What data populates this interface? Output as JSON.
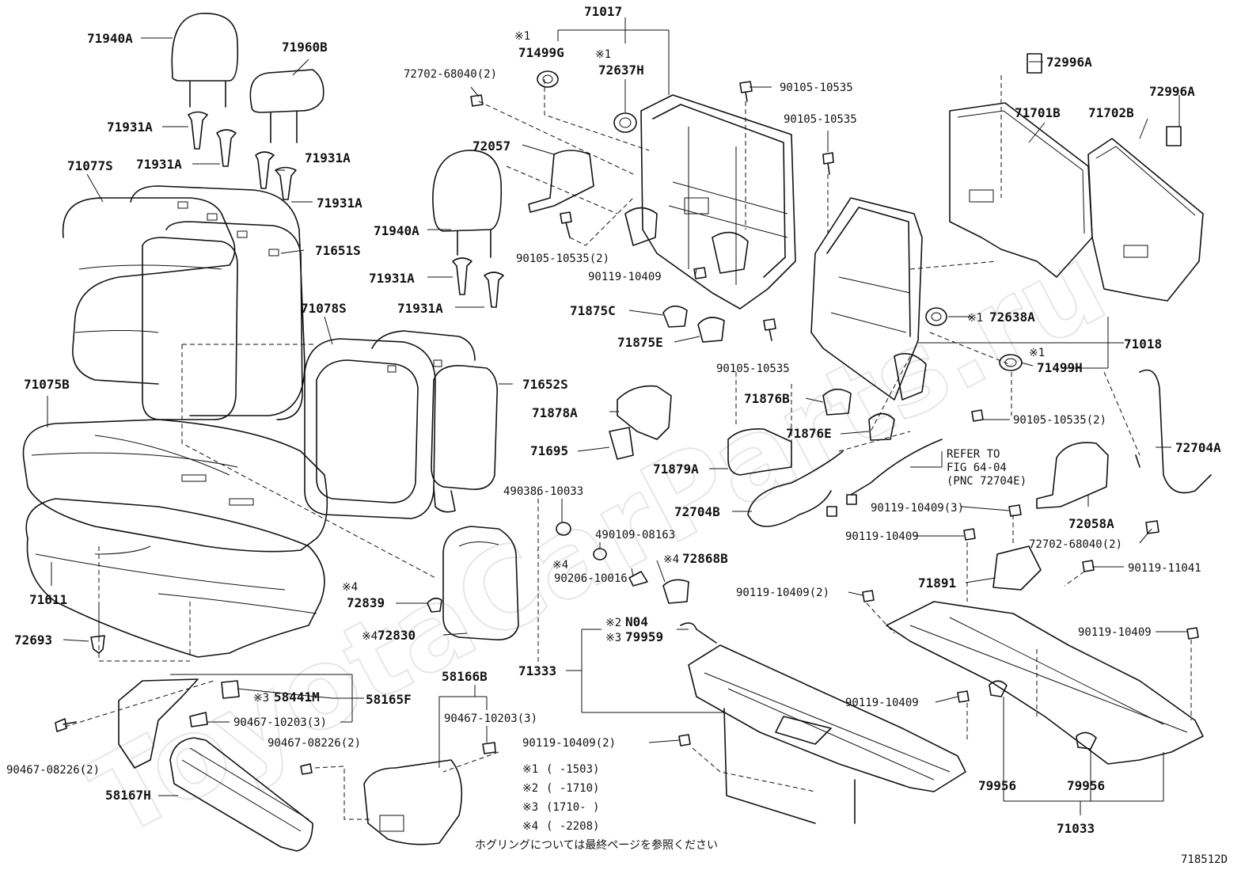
{
  "watermark": "ToyotaCarParts.ru",
  "figure_code": "718512D",
  "footnote_jp": "ホグリングについては最終ページを参照ください",
  "legend": [
    {
      "mark": "※1",
      "range": "(     -1503)"
    },
    {
      "mark": "※2",
      "range": "(     -1710)"
    },
    {
      "mark": "※3",
      "range": "(1710-     )"
    },
    {
      "mark": "※4",
      "range": "(     -2208)"
    }
  ],
  "refer": [
    "REFER TO",
    "FIG 64-04",
    "(PNC 72704E)"
  ],
  "labels": [
    "71940A",
    "71960B",
    "71931A",
    "71931A",
    "71931A",
    "71931A",
    "71077S",
    "71940A",
    "71651S",
    "71931A",
    "71931A",
    "71078S",
    "71075B",
    "71652S",
    "71611",
    "72693",
    "72839",
    "72830",
    "71017",
    "71499G",
    "72637H",
    "72702-68040(2)",
    "72057",
    "90105-10535(2)",
    "90119-10409",
    "71875C",
    "71875E",
    "90105-10535",
    "90105-10535",
    "90105-10535",
    "72996A",
    "72996A",
    "71701B",
    "71702B",
    "72638A",
    "71018",
    "71499H",
    "71876B",
    "71876E",
    "90105-10535(2)",
    "71878A",
    "71695",
    "71879A",
    "72704B",
    "72704A",
    "90119-10409(3)",
    "72058A",
    "90119-10409",
    "72702-68040(2)",
    "90119-11041",
    "71891",
    "90119-10409(2)",
    "490386-10033",
    "490109-08163",
    "72868B",
    "90206-10016",
    "N04",
    "79959",
    "71333",
    "90119-10409",
    "90119-10409",
    "58441M",
    "58165F",
    "90467-10203(3)",
    "58166B",
    "90467-10203(3)",
    "90467-08226(2)",
    "90467-08226(2)",
    "58167H",
    "90119-10409(2)",
    "79956",
    "79956",
    "71033"
  ],
  "marks": [
    "※1",
    "※1",
    "※1",
    "※1",
    "※4",
    "※4",
    "※4",
    "※4",
    "※2",
    "※3",
    "※3"
  ]
}
